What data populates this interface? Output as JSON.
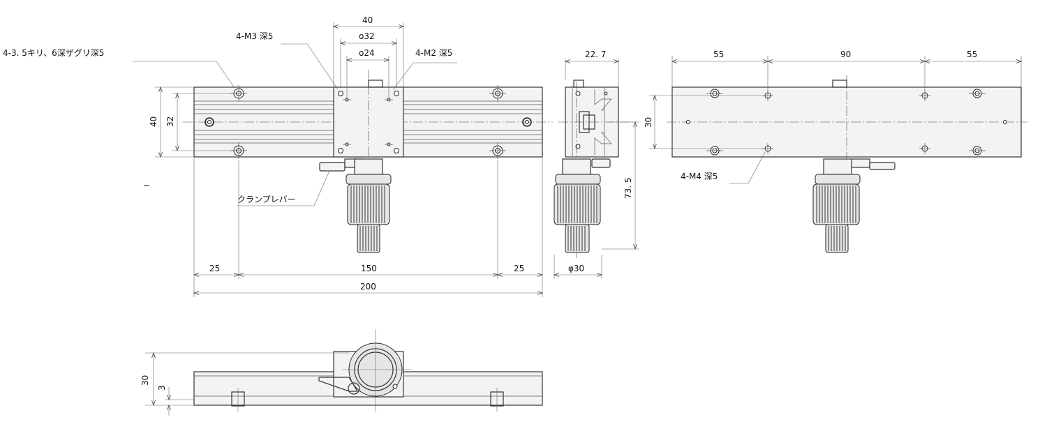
{
  "callouts": {
    "counterbore": "4-3. 5キリ、6深ザグリ深5",
    "m3": "4-M3 深5",
    "m2": "4-M2 深5",
    "m4": "4-M4 深5",
    "clamp": "クランプレバー",
    "tilde": "~"
  },
  "dims": {
    "top40": "40",
    "d32": "o32",
    "d24": "o24",
    "left40": "40",
    "left32": "32",
    "b25a": "25",
    "b150": "150",
    "b25b": "25",
    "b200": "200",
    "side227": "22. 7",
    "side735": "73. 5",
    "sidephi": "φ30",
    "r55a": "55",
    "r90": "90",
    "r55b": "55",
    "r30": "30",
    "bot30": "30",
    "bot3": "3"
  }
}
